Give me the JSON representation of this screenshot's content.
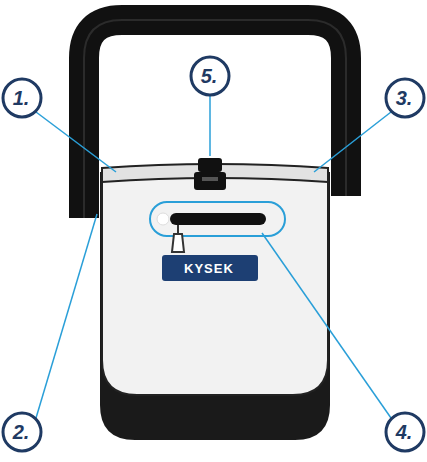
{
  "diagram": {
    "nodes": [
      {
        "text": [
          "KYSEK"
        ]
      }
    ],
    "labels": [
      "1.",
      "2.",
      "3.",
      "4.",
      "5."
    ]
  }
}
